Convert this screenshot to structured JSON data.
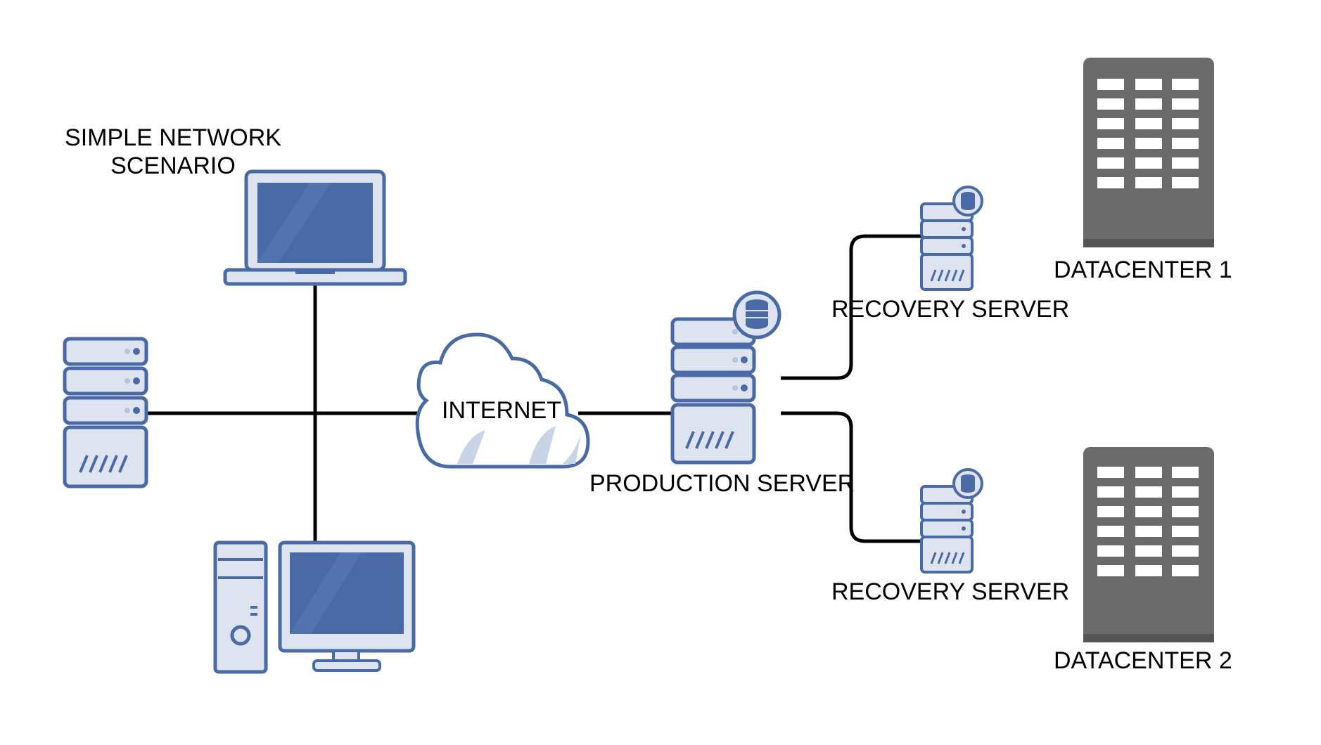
{
  "title": [
    "SIMPLE NETWORK",
    "SCENARIO"
  ],
  "nodes": {
    "laptop": {
      "icon": "laptop-icon"
    },
    "left_server": {
      "icon": "server-rack-icon"
    },
    "desktop": {
      "icon": "desktop-computer-icon"
    },
    "internet": {
      "label": "INTERNET",
      "icon": "cloud-icon"
    },
    "production_server": {
      "label": "PRODUCTION SERVER",
      "icon": "database-server-icon"
    },
    "recovery_server_1": {
      "label": "RECOVERY SERVER",
      "icon": "database-server-icon"
    },
    "recovery_server_2": {
      "label": "RECOVERY SERVER",
      "icon": "database-server-icon"
    },
    "datacenter_1": {
      "label": "DATACENTER 1",
      "icon": "datacenter-building-icon"
    },
    "datacenter_2": {
      "label": "DATACENTER 2",
      "icon": "datacenter-building-icon"
    }
  },
  "colors": {
    "device_fill": "#dde4ef",
    "device_stroke": "#4a6aa5",
    "screen": "#4a6aa5",
    "datacenter": "#6b6b6b",
    "link": "#000000"
  }
}
